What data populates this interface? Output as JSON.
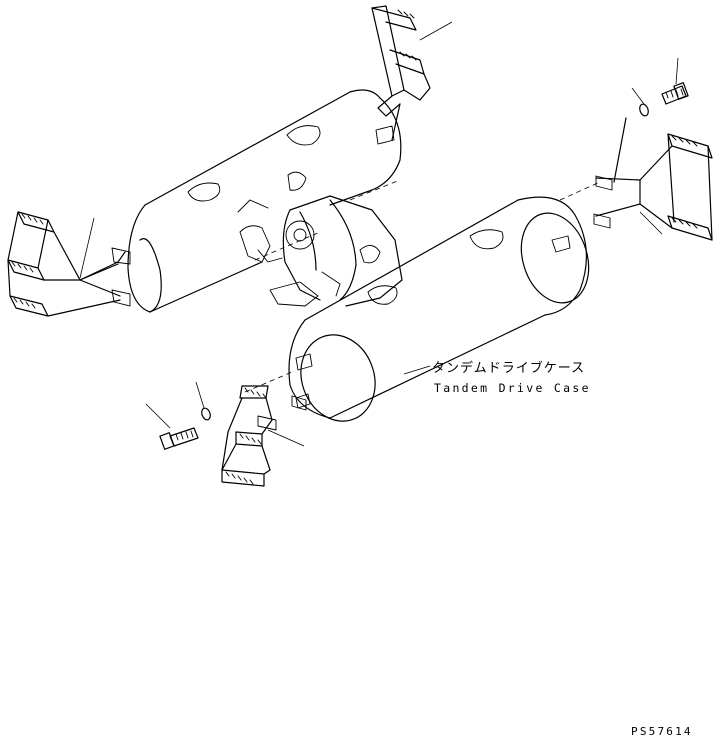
{
  "diagram": {
    "callout_label_jp": "タンデムドライブケース",
    "callout_label_en": "Tandem Drive Case",
    "drawing_code": "PS57614"
  }
}
